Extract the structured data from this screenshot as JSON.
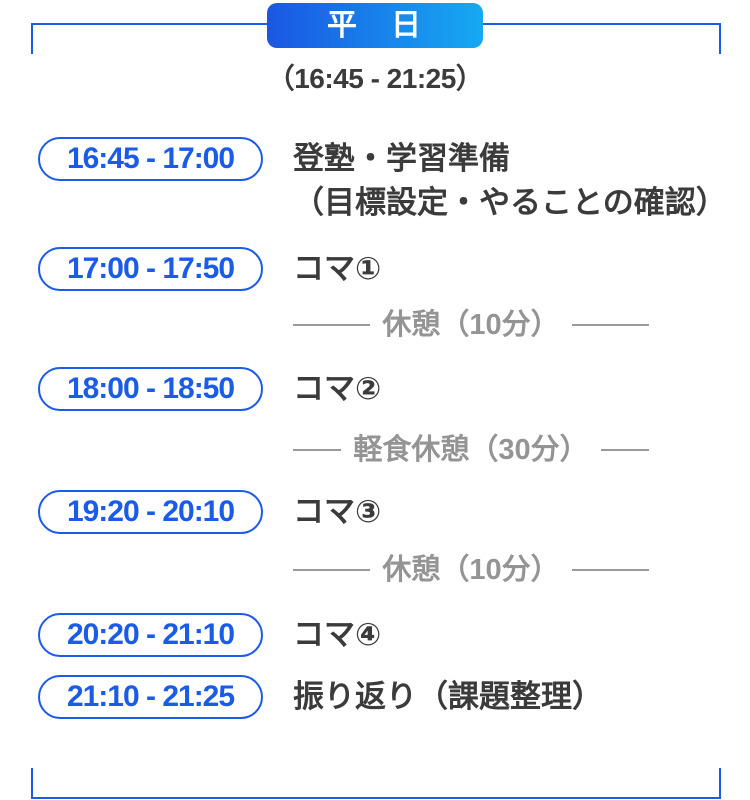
{
  "colors": {
    "accent_blue": "#1a5be8",
    "badge_gradient_start": "#1a57e2",
    "badge_gradient_end": "#16a9f2",
    "text_dark": "#3b3b3b",
    "muted_gray": "#9a9a9a"
  },
  "header": {
    "badge_label": "平　日",
    "time_range": "（16:45 - 21:25）"
  },
  "schedule": [
    {
      "type": "slot",
      "time": "16:45 - 17:00",
      "label": "登塾・学習準備",
      "sublabel": "（目標設定・やることの確認）"
    },
    {
      "type": "slot",
      "time": "17:00 - 17:50",
      "label": "コマ①"
    },
    {
      "type": "break",
      "label": "休憩（10分）"
    },
    {
      "type": "slot",
      "time": "18:00 - 18:50",
      "label": "コマ②"
    },
    {
      "type": "break",
      "label": "軽食休憩（30分）"
    },
    {
      "type": "slot",
      "time": "19:20 - 20:10",
      "label": "コマ③"
    },
    {
      "type": "break",
      "label": "休憩（10分）"
    },
    {
      "type": "slot",
      "time": "20:20 - 21:10",
      "label": "コマ④"
    },
    {
      "type": "slot",
      "time": "21:10 - 21:25",
      "label": "振り返り（課題整理）"
    }
  ]
}
